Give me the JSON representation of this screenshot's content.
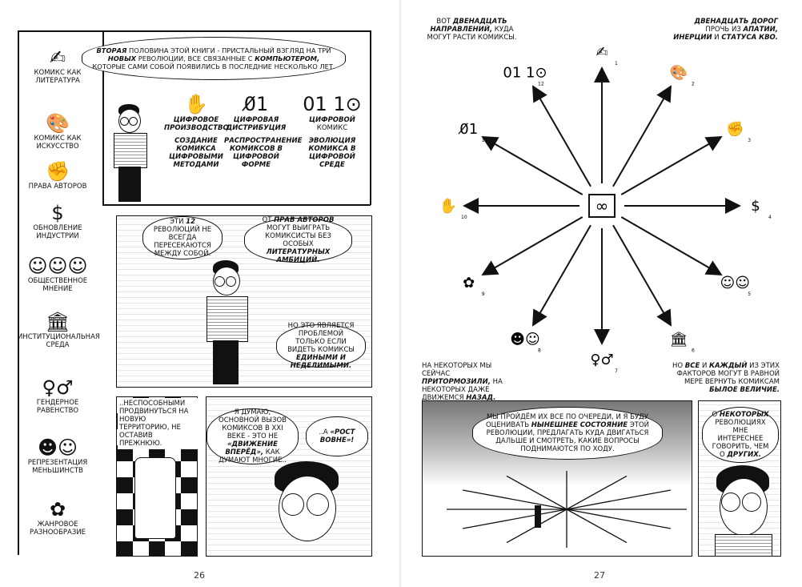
{
  "left": {
    "page_number": "26",
    "sidebar": [
      {
        "icon": "writing-hand-icon",
        "glyph": "✍",
        "label": "КОМИКС КАК ЛИТЕРАТУРА"
      },
      {
        "icon": "palette-icon",
        "glyph": "🎨",
        "label": "КОМИКС КАК ИСКУССТВО"
      },
      {
        "icon": "fist-pen-icon",
        "glyph": "✊",
        "label": "ПРАВА АВТОРОВ"
      },
      {
        "icon": "dollar-icon",
        "glyph": "$",
        "label": "ОБНОВЛЕНИЕ ИНДУСТРИИ"
      },
      {
        "icon": "faces-icon",
        "glyph": "☺☺☺",
        "label": "ОБЩЕСТВЕННОЕ МНЕНИЕ"
      },
      {
        "icon": "column-icon",
        "glyph": "🏛",
        "label": "ИНСТИТУЦИОНАЛЬНАЯ СРЕДА"
      },
      {
        "icon": "gender-icon",
        "glyph": "♀♂",
        "label": "ГЕНДЕРНОЕ РАВЕНСТВО"
      },
      {
        "icon": "minority-faces-icon",
        "glyph": "☻☺",
        "label": "РЕПРЕЗЕНТАЦИЯ МЕНЬШИНСТВ"
      },
      {
        "icon": "genre-icon",
        "glyph": "✿",
        "label": "ЖАНРОВОЕ РАЗНООБРАЗИЕ"
      }
    ],
    "intro_bubble": {
      "em1": "ВТОРАЯ",
      "t1": " ПОЛОВИНА ЭТОЙ КНИГИ - ПРИСТАЛЬНЫЙ ВЗГЛЯД НА ТРИ ",
      "em2": "НОВЫХ",
      "t2": " РЕВОЛЮЦИИ, ВСЕ СВЯЗАННЫЕ С ",
      "em3": "КОМПЬЮТЕРОМ,",
      "t3": " КОТОРЫЕ САМИ СОБОЙ ПОЯВИЛИСЬ В ПОСЛЕДНИЕ НЕСКОЛЬКО ЛЕТ."
    },
    "revolutions": [
      {
        "icon": "bolt-hand-icon",
        "glyph": "✋",
        "title": "ЦИФРОВОЕ ПРОИЗВОДСТВО",
        "sub": "СОЗДАНИЕ КОМИКСА ЦИФРОВЫМИ МЕТОДАМИ"
      },
      {
        "icon": "foot-binary-icon",
        "glyph": "0̸1",
        "title": "ЦИФРОВАЯ ДИСТРИБУЦИЯ",
        "sub": "РАСПРОСТРАНЕНИЕ КОМИКСОВ В ЦИФРОВОЙ ФОРМЕ"
      },
      {
        "icon": "binary-icon",
        "glyph": "01 1⊙",
        "title": "ЦИФРОВОЙ",
        "title2": "КОМИКС",
        "sub": "ЭВОЛЮЦИЯ КОМИКСА В ЦИФРОВОЙ СРЕДЕ"
      }
    ],
    "panel2": {
      "bubble1": {
        "t1": "ЭТИ ",
        "em": "12",
        "t2": " РЕВОЛЮЦИЙ НЕ ВСЕГДА ПЕРЕСЕКАЮТСЯ МЕЖДУ СОБОЙ."
      },
      "bubble2": {
        "t1": "ОТ ",
        "em1": "ПРАВ АВТОРОВ",
        "t2": " МОГУТ ВЫИГРАТЬ КОМИКСИСТЫ БЕЗ ОСОБЫХ ",
        "em2": "ЛИТЕРАТУРНЫХ АМБИЦИЙ."
      },
      "bubble3": {
        "t1": "НО ЭТО ЯВЛЯЕТСЯ ПРОБЛЕМОЙ ТОЛЬКО ЕСЛИ ВИДЕТЬ КОМИКСЫ ",
        "em": "ЕДИНЫМИ И НЕДЕЛИМЫМИ."
      }
    },
    "panel3": {
      "caption": "..НЕСПОСОБНЫМИ ПРОДВИНУТЬСЯ НА НОВУЮ ТЕРРИТОРИЮ, НЕ ОСТАВИВ ПРЕЖНЮЮ."
    },
    "panel4": {
      "bubble1": {
        "t1": "Я ДУМАЮ, ОСНОВНОЙ ВЫЗОВ КОМИКСОВ В XXI ВЕКЕ - ЭТО НЕ ",
        "em": "«ДВИЖЕНИЕ ВПЕРЁД»,",
        "t2": " КАК ДУМАЮТ МНОГИЕ.."
      },
      "bubble2": {
        "t1": "..А ",
        "em": "«РОСТ ВОВНЕ»!"
      }
    }
  },
  "right": {
    "page_number": "27",
    "top_left": {
      "t1": "ВОТ ",
      "em1": "ДВЕНАДЦАТЬ НАПРАВЛЕНИЙ,",
      "t2": " КУДА МОГУТ РАСТИ КОМИКСЫ."
    },
    "top_right": {
      "em1": "ДВЕНАДЦАТЬ ДОРОГ",
      "t1": " ПРОЧЬ ИЗ ",
      "em2": "АПАТИИ, ИНЕРЦИИ",
      "t2": " И ",
      "em3": "СТАТУСА КВО."
    },
    "bottom_left": {
      "t1": "НА НЕКОТОРЫХ МЫ СЕЙЧАС ",
      "em1": "ПРИТОРМОЗИЛИ,",
      "t2": " НА НЕКОТОРЫХ ДАЖЕ ДВИЖЕМСЯ ",
      "em2": "НАЗАД."
    },
    "bottom_right": {
      "t1": "НО ",
      "em1": "ВСЕ",
      "t2": " И ",
      "em2": "КАЖДЫЙ",
      "t3": " ИЗ ЭТИХ ФАКТОРОВ МОГУТ В РАВНОЙ МЕРЕ ВЕРНУТЬ КОМИКСАМ ",
      "em3": "БЫЛОЕ ВЕЛИЧИЕ."
    },
    "dial": [
      {
        "n": "1",
        "glyph": "✍",
        "icon": "writing-hand-icon"
      },
      {
        "n": "2",
        "glyph": "🎨",
        "icon": "palette-icon"
      },
      {
        "n": "3",
        "glyph": "✊",
        "icon": "fist-pen-icon"
      },
      {
        "n": "4",
        "glyph": "$",
        "icon": "dollar-icon"
      },
      {
        "n": "5",
        "glyph": "☺☺",
        "icon": "faces-icon"
      },
      {
        "n": "6",
        "glyph": "🏛",
        "icon": "column-icon"
      },
      {
        "n": "7",
        "glyph": "♀♂",
        "icon": "gender-icon"
      },
      {
        "n": "8",
        "glyph": "☻☺",
        "icon": "minority-faces-icon"
      },
      {
        "n": "9",
        "glyph": "✿",
        "icon": "genre-icon"
      },
      {
        "n": "10",
        "glyph": "✋",
        "icon": "bolt-hand-icon"
      },
      {
        "n": "11",
        "glyph": "0̸1",
        "icon": "foot-binary-icon"
      },
      {
        "n": "12",
        "glyph": "01 1⊙",
        "icon": "binary-icon"
      }
    ],
    "center_glyph": "∞",
    "panel_road": {
      "t1": "МЫ ПРОЙДЁМ ИХ ВСЕ ПО ОЧЕРЕДИ, И Я БУДУ ОЦЕНИВАТЬ ",
      "em": "НЫНЕШНЕЕ СОСТОЯНИЕ",
      "t2": " ЭТОЙ РЕВОЛЮЦИИ, ПРЕДЛАГАТЬ КУДА ДВИГАТЬСЯ ДАЛЬШЕ И СМОТРЕТЬ, КАКИЕ ВОПРОСЫ ПОДНИМАЮТСЯ ПО ХОДУ."
    },
    "panel_face": {
      "t1": "О ",
      "em1": "НЕКОТОРЫХ",
      "t2": " РЕВОЛЮЦИЯХ МНЕ ИНТЕРЕСНЕЕ ГОВОРИТЬ, ЧЕМ О ",
      "em2": "ДРУГИХ."
    }
  }
}
